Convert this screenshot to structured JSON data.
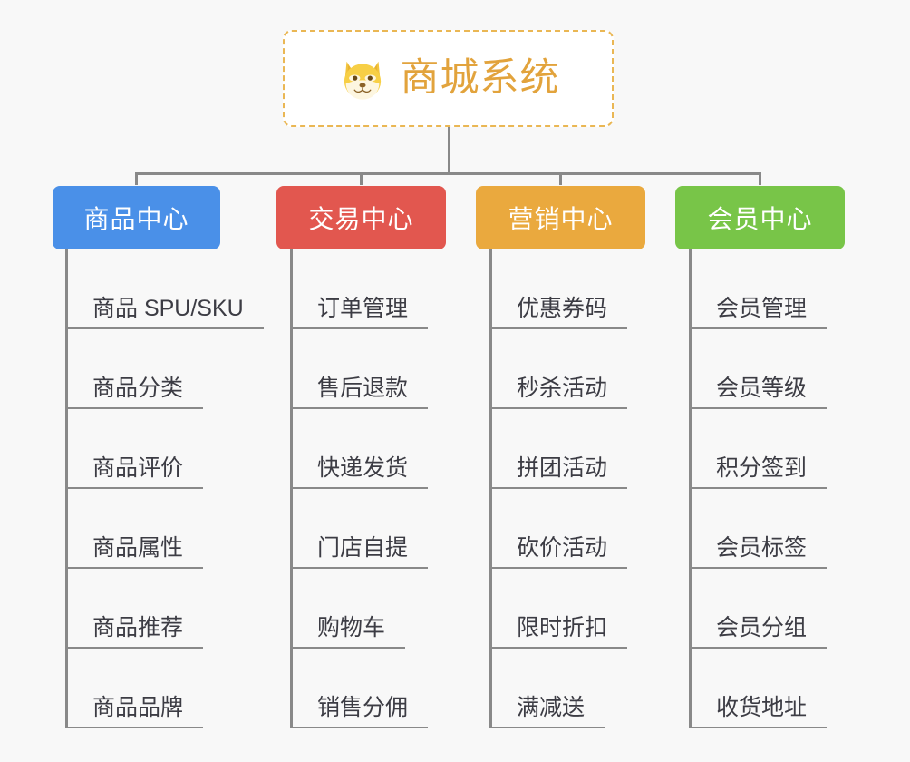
{
  "page": {
    "background_color": "#f8f8f8",
    "line_color": "#898989"
  },
  "root": {
    "title": "商城系统",
    "icon": "shiba-dog-face-emoji",
    "title_color": "#e2a33c",
    "border_color": "#eab754",
    "background_color": "#ffffff"
  },
  "columns": [
    {
      "header": "商品中心",
      "color": "#4a90e8",
      "items": [
        "商品 SPU/SKU",
        "商品分类",
        "商品评价",
        "商品属性",
        "商品推荐",
        "商品品牌"
      ]
    },
    {
      "header": "交易中心",
      "color": "#e2574f",
      "items": [
        "订单管理",
        "售后退款",
        "快递发货",
        "门店自提",
        "购物车",
        "销售分佣"
      ]
    },
    {
      "header": "营销中心",
      "color": "#eaa93e",
      "items": [
        "优惠券码",
        "秒杀活动",
        "拼团活动",
        "砍价活动",
        "限时折扣",
        "满减送"
      ]
    },
    {
      "header": "会员中心",
      "color": "#78c548",
      "items": [
        "会员管理",
        "会员等级",
        "积分签到",
        "会员标签",
        "会员分组",
        "收货地址"
      ]
    }
  ]
}
